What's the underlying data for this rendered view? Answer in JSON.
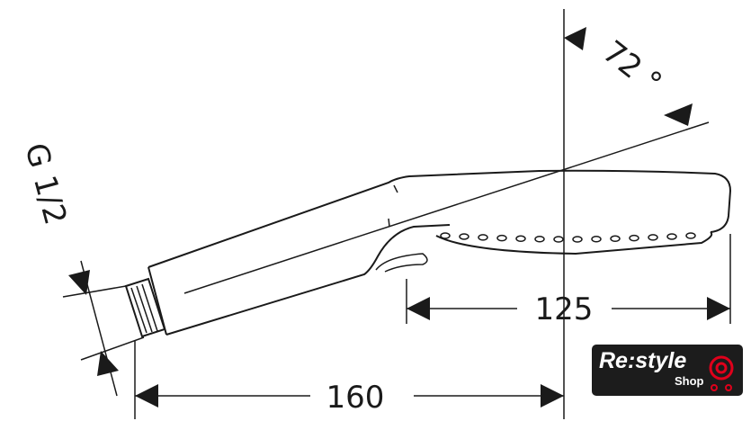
{
  "dimensions": {
    "angle": "72 °",
    "thread": "G 1/2",
    "head_length": "125",
    "overall_length": "160"
  },
  "logo": {
    "brand": "Re:style",
    "sub": "Shop",
    "accent_color": "#e0001b"
  }
}
